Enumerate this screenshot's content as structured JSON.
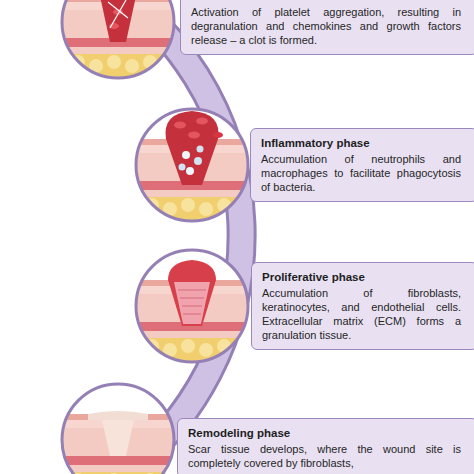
{
  "diagram": {
    "nodes": [
      {
        "text": [
          "Activation of platelet aggregation, resulting in degranulation and chemokines and growth factors release – a clot is formed."
        ]
      },
      {
        "text": [
          "Inflammatory phase",
          "Accumulation of neutrophils and macrophages to facilitate phagocytosis of bacteria."
        ]
      },
      {
        "text": [
          "Proliferative phase",
          "Accumulation of fibroblasts, keratinocytes, and endothelial cells. Extracellular matrix (ECM) forms a granulation tissue."
        ]
      },
      {
        "text": [
          "Remodeling phase",
          "Scar tissue develops, where the wound site is completely covered by fibroblasts,"
        ]
      }
    ]
  }
}
